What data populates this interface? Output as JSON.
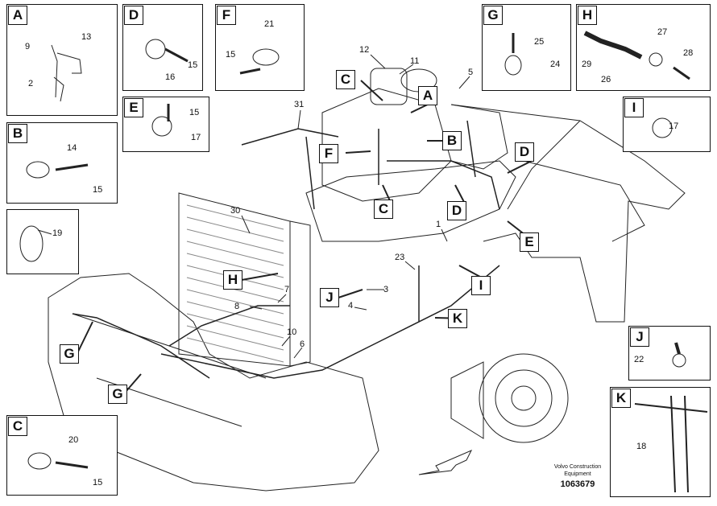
{
  "insets": [
    {
      "id": "A",
      "parts": [
        "9",
        "13",
        "2"
      ]
    },
    {
      "id": "B",
      "parts": [
        "14",
        "15"
      ]
    },
    {
      "id": "",
      "parts": [
        "19"
      ]
    },
    {
      "id": "C",
      "parts": [
        "20",
        "15"
      ]
    },
    {
      "id": "D",
      "parts": [
        "16",
        "15"
      ]
    },
    {
      "id": "E",
      "parts": [
        "15",
        "17"
      ]
    },
    {
      "id": "F",
      "parts": [
        "21",
        "15"
      ]
    },
    {
      "id": "G",
      "parts": [
        "25",
        "24"
      ]
    },
    {
      "id": "H",
      "parts": [
        "27",
        "29",
        "26",
        "28"
      ]
    },
    {
      "id": "I",
      "parts": [
        "17"
      ]
    },
    {
      "id": "J",
      "parts": [
        "22"
      ]
    },
    {
      "id": "K",
      "parts": [
        "18"
      ]
    }
  ],
  "callouts": [
    "C",
    "A",
    "B",
    "F",
    "D",
    "C",
    "D",
    "E",
    "I",
    "H",
    "J",
    "K",
    "G",
    "G"
  ],
  "main_parts": [
    "12",
    "11",
    "5",
    "31",
    "30",
    "1",
    "23",
    "3",
    "4",
    "7",
    "8",
    "10",
    "6"
  ],
  "footer": {
    "line1": "Volvo Construction",
    "line2": "Equipment",
    "number": "1063679"
  }
}
